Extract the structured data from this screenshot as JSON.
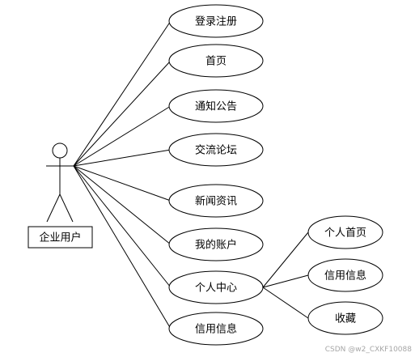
{
  "actor": {
    "label": "企业用户"
  },
  "use_cases": [
    {
      "id": "login",
      "label": "登录注册"
    },
    {
      "id": "home",
      "label": "首页"
    },
    {
      "id": "notice",
      "label": "通知公告"
    },
    {
      "id": "forum",
      "label": "交流论坛"
    },
    {
      "id": "news",
      "label": "新闻资讯"
    },
    {
      "id": "account",
      "label": "我的账户"
    },
    {
      "id": "center",
      "label": "个人中心"
    },
    {
      "id": "credit",
      "label": "信用信息"
    }
  ],
  "sub_use_cases": [
    {
      "id": "personal-home",
      "label": "个人首页"
    },
    {
      "id": "credit-info",
      "label": "信用信息"
    },
    {
      "id": "favorites",
      "label": "收藏"
    }
  ],
  "watermark": "CSDN @w2_CXKF10088"
}
